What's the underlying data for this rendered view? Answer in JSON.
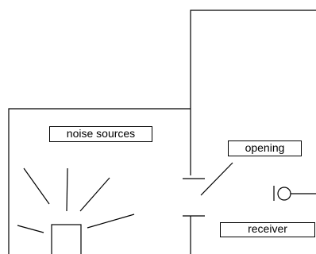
{
  "diagram": {
    "labels": {
      "noise_sources": "noise sources",
      "opening": "opening",
      "receiver": "receiver"
    }
  }
}
